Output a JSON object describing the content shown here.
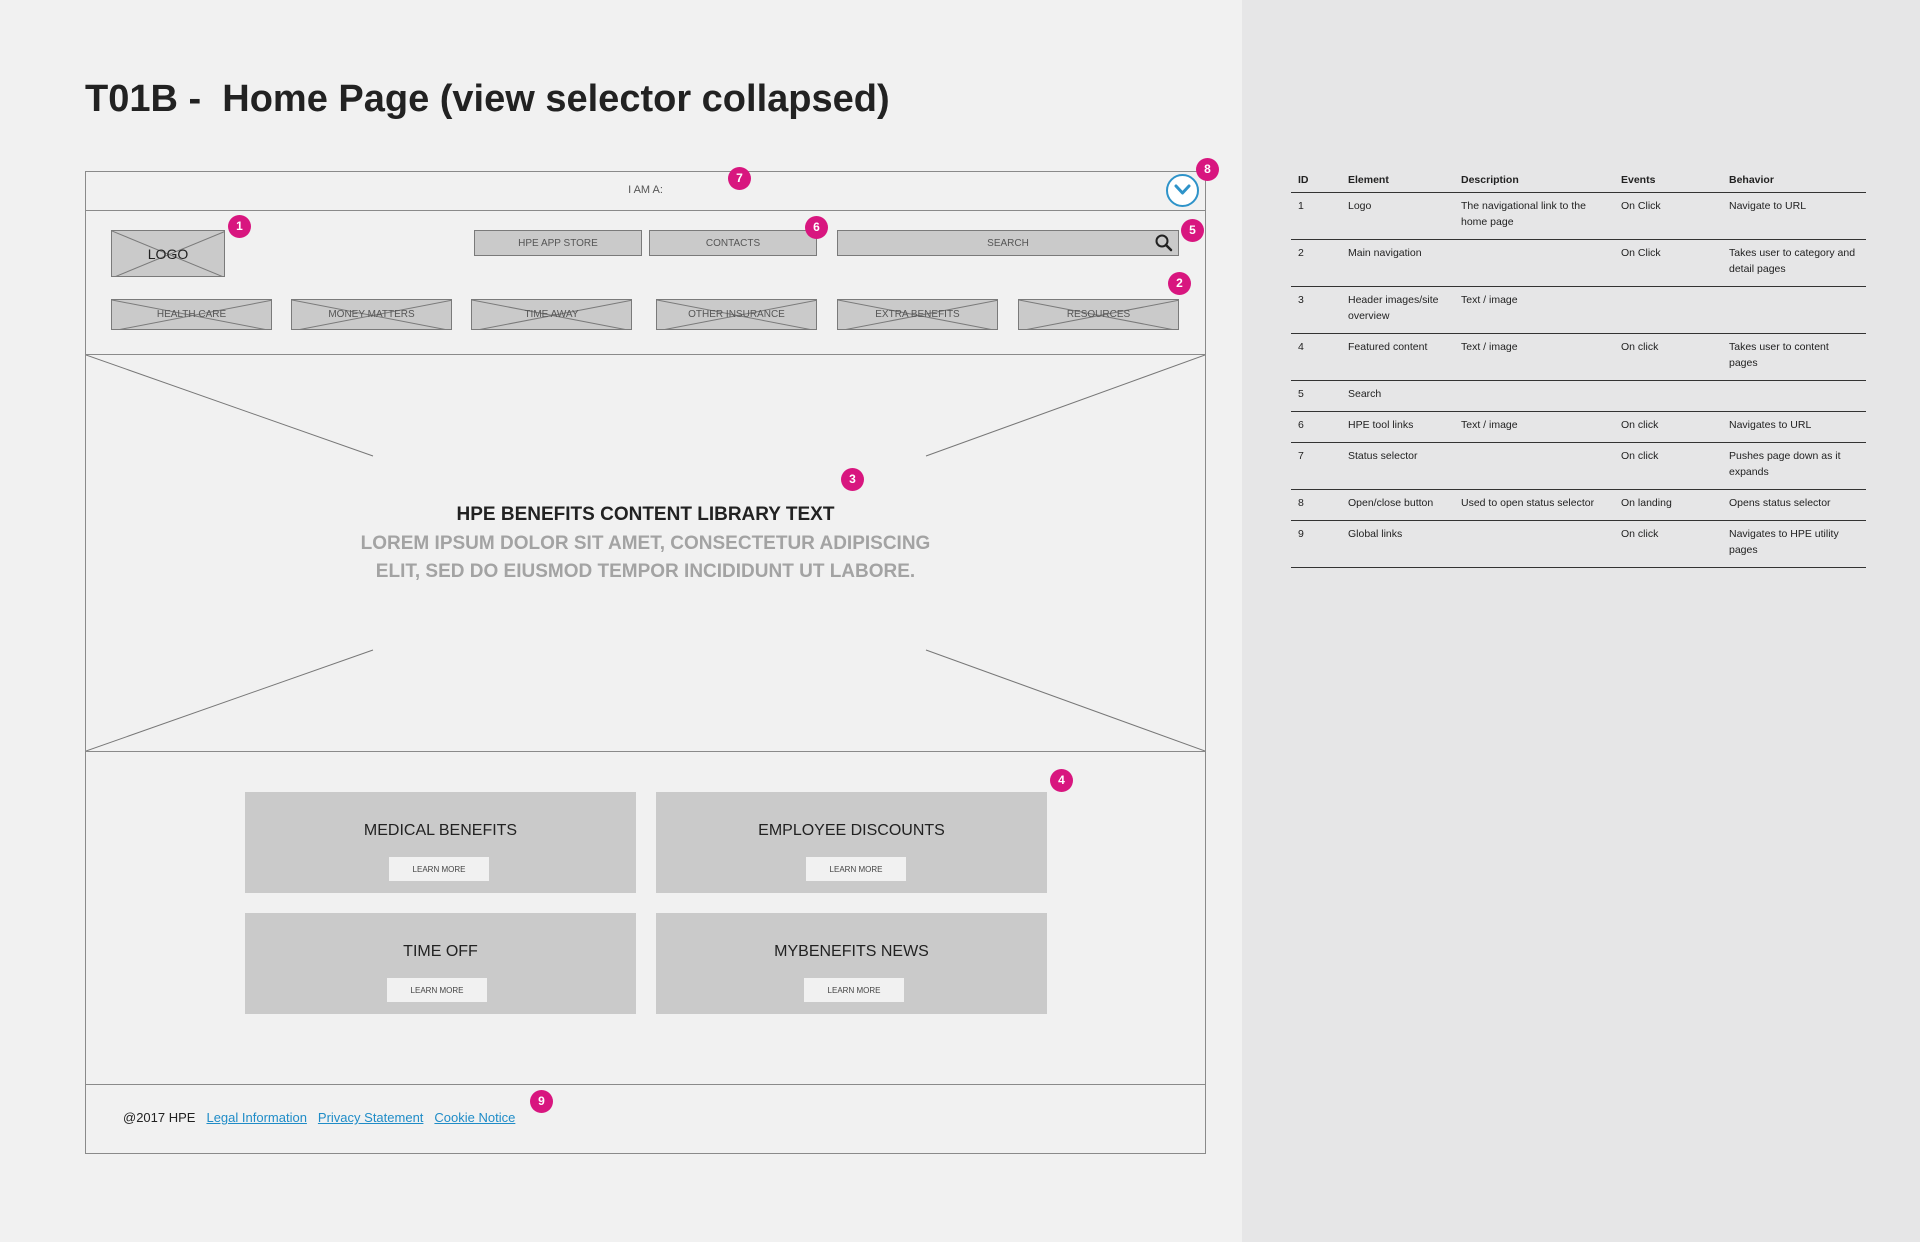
{
  "title": "T01B -  Home Page (view selector collapsed)",
  "wireframe": {
    "status_selector_label": "I AM A:",
    "logo_label": "LOGO",
    "tool_links": [
      "HPE APP STORE",
      "CONTACTS"
    ],
    "search_placeholder": "SEARCH",
    "main_nav": [
      "HEALTH CARE",
      "MONEY MATTERS",
      "TIME AWAY",
      "OTHER INSURANCE",
      "EXTRA BENEFITS",
      "RESOURCES"
    ],
    "hero": {
      "heading": "HPE BENEFITS CONTENT LIBRARY TEXT",
      "body": "LOREM IPSUM DOLOR SIT AMET, CONSECTETUR ADIPISCING ELIT, SED DO EIUSMOD TEMPOR INCIDIDUNT UT LABORE."
    },
    "cards": [
      {
        "title": "MEDICAL BENEFITS",
        "button": "LEARN MORE"
      },
      {
        "title": "EMPLOYEE DISCOUNTS",
        "button": "LEARN MORE"
      },
      {
        "title": "TIME OFF",
        "button": "LEARN MORE"
      },
      {
        "title": "MYBENEFITS NEWS",
        "button": "LEARN MORE"
      }
    ],
    "footer": {
      "copyright": "@2017 HPE",
      "links": [
        "Legal Information",
        "Privacy Statement",
        "Cookie Notice"
      ]
    },
    "badges": [
      "1",
      "2",
      "3",
      "4",
      "5",
      "6",
      "7",
      "8",
      "9"
    ]
  },
  "spec_table": {
    "headers": [
      "ID",
      "Element",
      "Description",
      "Events",
      "Behavior"
    ],
    "rows": [
      [
        "1",
        "Logo",
        "The navigational link to the home page",
        "On Click",
        "Navigate to URL"
      ],
      [
        "2",
        "Main navigation",
        "",
        "On Click",
        "Takes user to category and detail pages"
      ],
      [
        "3",
        "Header images/site overview",
        "Text / image",
        "",
        ""
      ],
      [
        "4",
        "Featured content",
        "Text / image",
        "On click",
        "Takes user to content pages"
      ],
      [
        "5",
        "Search",
        "",
        "",
        ""
      ],
      [
        "6",
        "HPE tool links",
        "Text / image",
        "On click",
        "Navigates to URL"
      ],
      [
        "7",
        "Status selector",
        "",
        "On click",
        "Pushes page down as it expands"
      ],
      [
        "8",
        "Open/close button",
        "Used to open status selector",
        "On landing",
        "Opens status selector"
      ],
      [
        "9",
        "Global links",
        "",
        "On click",
        "Navigates to HPE utility pages"
      ]
    ]
  },
  "colors": {
    "badge": "#d8167f",
    "toggle": "#2e93c9",
    "link": "#1f8cc7",
    "placeholder": "#cacaca"
  }
}
